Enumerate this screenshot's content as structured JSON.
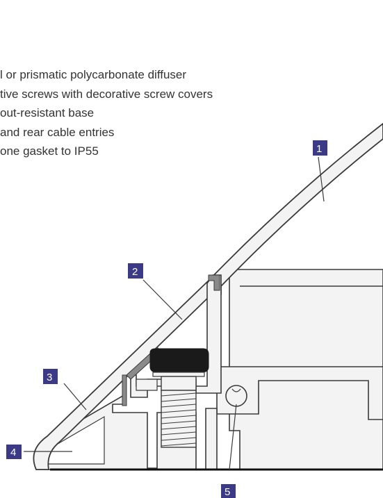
{
  "features": [
    "l or prismatic polycarbonate diffuser",
    "tive screws with decorative screw covers",
    "out-resistant base",
    " and rear cable entries",
    "one gasket to IP55"
  ],
  "callouts": [
    {
      "id": "1",
      "label": "1"
    },
    {
      "id": "2",
      "label": "2"
    },
    {
      "id": "3",
      "label": "3"
    },
    {
      "id": "4",
      "label": "4"
    },
    {
      "id": "5",
      "label": "5"
    }
  ],
  "colors": {
    "callout_fill": "#3c3a87",
    "outline": "#3a3a3a",
    "part_fill": "#f3f3f3",
    "gasket": "#8a8a8a",
    "screw_cap": "#1a1a1a"
  }
}
